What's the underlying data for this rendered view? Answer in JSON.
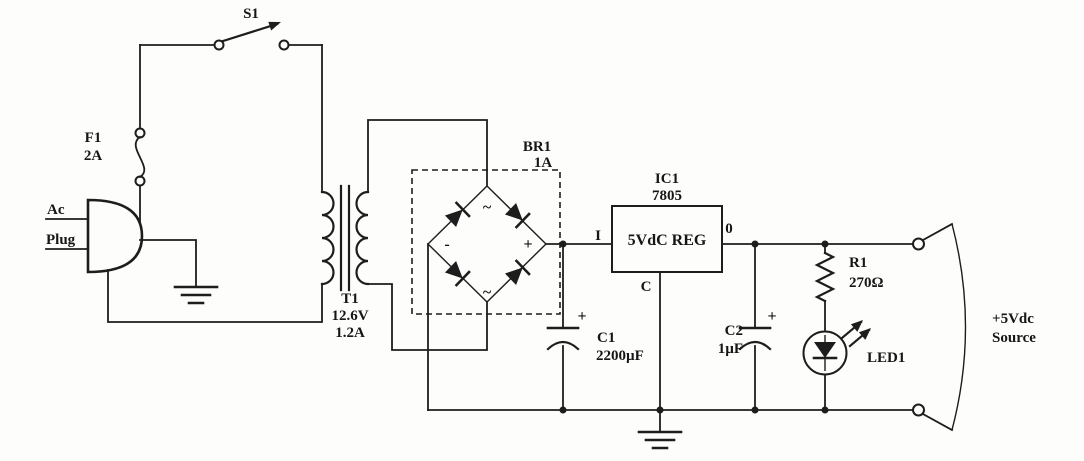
{
  "figure": {
    "background": "#fdfdfb",
    "ink": "#1d1d1d",
    "type": "power-supply-schematic"
  },
  "labels": {
    "switch": "S1",
    "fuse": "F1",
    "fuse_rating": "2A",
    "plug_line1": "Ac",
    "plug_line2": "Plug",
    "transformer": "T1",
    "transformer_voltage": "12.6V",
    "transformer_current": "1.2A",
    "bridge": "BR1",
    "bridge_rating": "1A",
    "bridge_ac_top": "~",
    "bridge_ac_bottom": "~",
    "bridge_minus": "-",
    "bridge_plus": "+",
    "regulator": "IC1",
    "regulator_part": "7805",
    "regulator_text": "5VdC REG",
    "regulator_in": "I",
    "regulator_out": "0",
    "regulator_common": "C",
    "cap1": "C1",
    "cap1_value": "2200µF",
    "cap1_polarity": "+",
    "cap2": "C2",
    "cap2_value": "1µF",
    "cap2_polarity": "+",
    "resistor": "R1",
    "resistor_value": "270Ω",
    "led": "LED1",
    "output_line1": "+5Vdc",
    "output_line2": "Source"
  }
}
